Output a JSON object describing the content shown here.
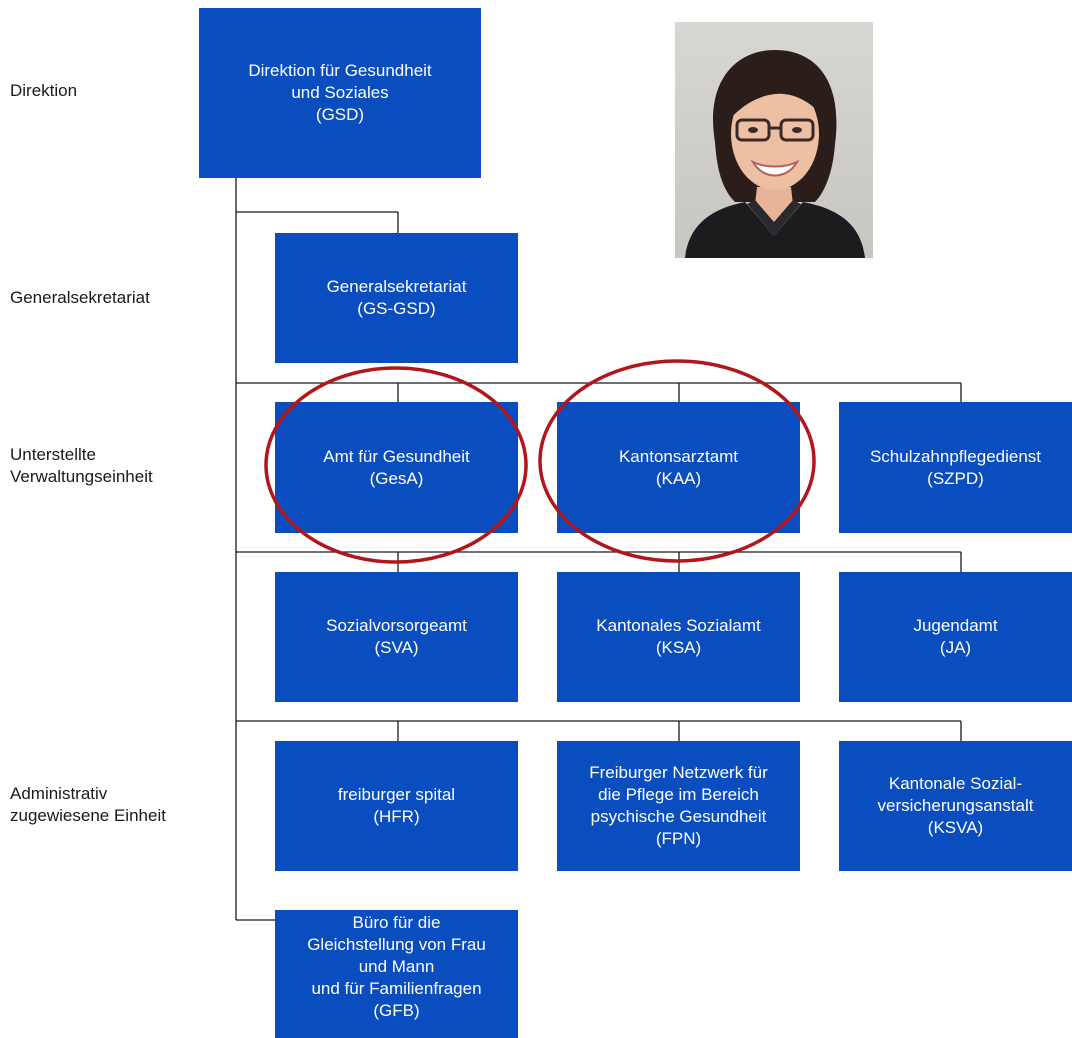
{
  "levels": {
    "direktion": [
      "Direktion"
    ],
    "generalsekretariat": [
      "Generalsekretariat"
    ],
    "unterstellte": [
      "Unterstellte",
      "Verwaltungseinheit"
    ],
    "administrativ": [
      "Administrativ",
      "zugewiesene Einheit"
    ]
  },
  "units": {
    "gsd": [
      "Direktion für Gesundheit",
      "und Soziales",
      "(GSD)"
    ],
    "gs_gsd": [
      "Generalsekretariat",
      "(GS-GSD)"
    ],
    "gesa": [
      "Amt für Gesundheit",
      "(GesA)"
    ],
    "kaa": [
      "Kantonsarztamt",
      "(KAA)"
    ],
    "szpd": [
      "Schulzahnpflegedienst",
      "(SZPD)"
    ],
    "sva": [
      "Sozialvorsorgeamt",
      "(SVA)"
    ],
    "ksa": [
      "Kantonales Sozialamt",
      "(KSA)"
    ],
    "ja": [
      "Jugendamt",
      "(JA)"
    ],
    "hfr": [
      "freiburger spital",
      "(HFR)"
    ],
    "fpn": [
      "Freiburger Netzwerk für",
      "die Pflege im Bereich",
      "psychische Gesundheit",
      "(FPN)"
    ],
    "ksva": [
      "Kantonale Sozial-",
      "versicherungsanstalt",
      "(KSVA)"
    ],
    "gfb": [
      "Büro für die",
      "Gleichstellung von Frau",
      "und Mann",
      "und für Familienfragen",
      "(GFB)"
    ]
  },
  "colors": {
    "box_fill": "#0a4dbf",
    "box_text": "#ffffff",
    "connector": "#1a1a1a",
    "highlight_ellipse": "#b0161c"
  },
  "highlighted_units": [
    "gesa",
    "kaa"
  ],
  "photo": {
    "icon": "portrait-photo"
  }
}
